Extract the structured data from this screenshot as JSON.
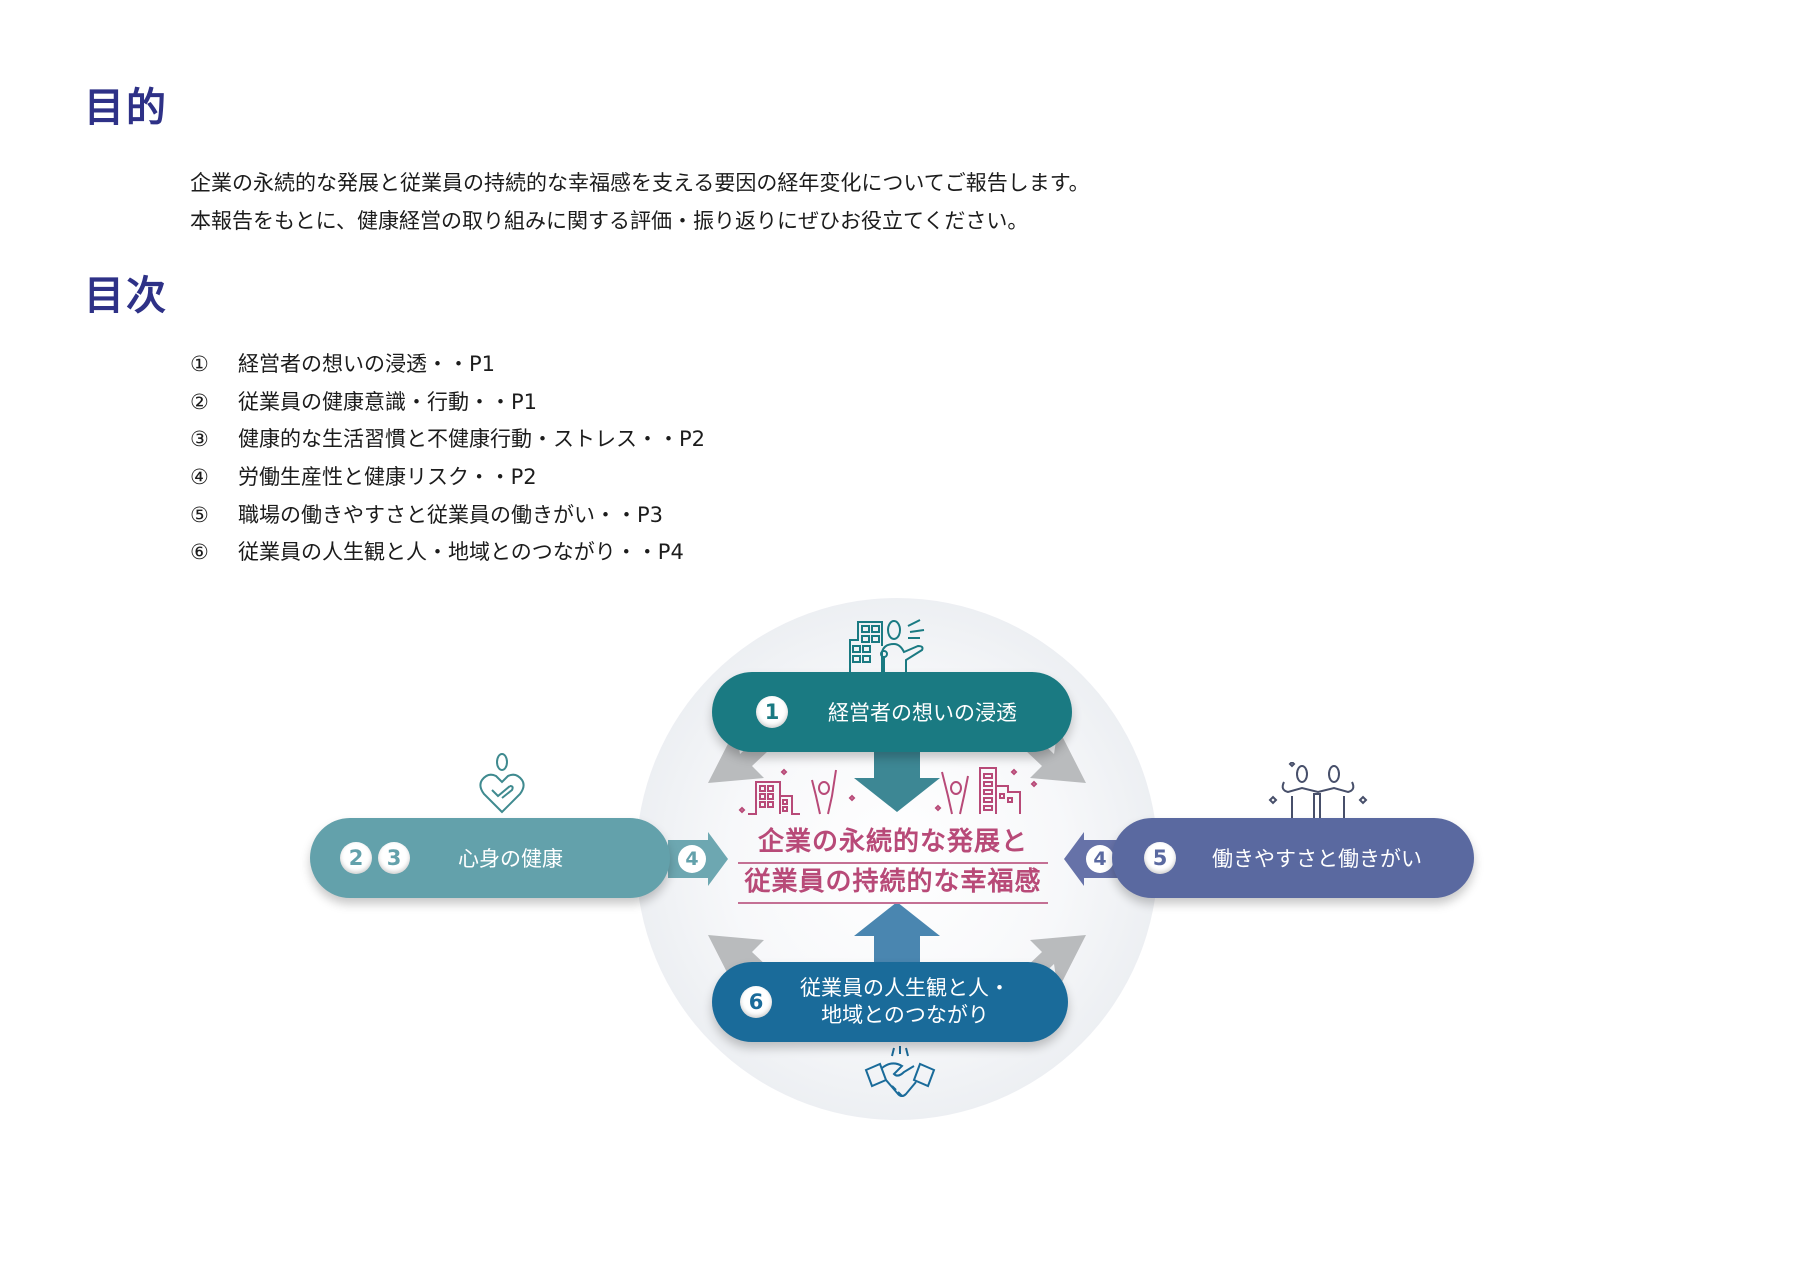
{
  "purpose": {
    "heading": "目的",
    "lines": [
      "企業の永続的な発展と従業員の持続的な幸福感を支える要因の経年変化についてご報告します。",
      "本報告をもとに、健康経営の取り組みに関する評価・振り返りにぜひお役立てください。"
    ]
  },
  "toc": {
    "heading": "目次",
    "items": [
      {
        "mark": "①",
        "label": "経営者の想いの浸透・・P1"
      },
      {
        "mark": "②",
        "label": "従業員の健康意識・行動・・P1"
      },
      {
        "mark": "③",
        "label": "健康的な生活習慣と不健康行動・ストレス・・P2"
      },
      {
        "mark": "④",
        "label": "労働生産性と健康リスク・・P2"
      },
      {
        "mark": "⑤",
        "label": "職場の働きやすさと従業員の働きがい・・P3"
      },
      {
        "mark": "⑥",
        "label": "従業員の人生観と人・地域とのつながり・・P4"
      }
    ]
  },
  "diagram": {
    "center": {
      "line1": "企業の永続的な発展と",
      "line2": "従業員の持続的な幸福感",
      "color": "#b84a78"
    },
    "top": {
      "num": "1",
      "label": "経営者の想いの浸透",
      "color": "#1a7a82",
      "icon": "executive-speaking-icon"
    },
    "left": {
      "nums": [
        "2",
        "3"
      ],
      "label": "心身の健康",
      "color": "#63a1ab",
      "icon": "heart-person-icon",
      "arrow_num": "4"
    },
    "right": {
      "num": "5",
      "label": "働きやすさと働きがい",
      "color": "#5a69a0",
      "icon": "cheering-people-icon",
      "arrow_num": "4"
    },
    "bottom": {
      "num": "6",
      "label_line1": "従業員の人生観と人・",
      "label_line2": "地域とのつながり",
      "color": "#1a6b9a",
      "icon": "handshake-icon"
    }
  }
}
